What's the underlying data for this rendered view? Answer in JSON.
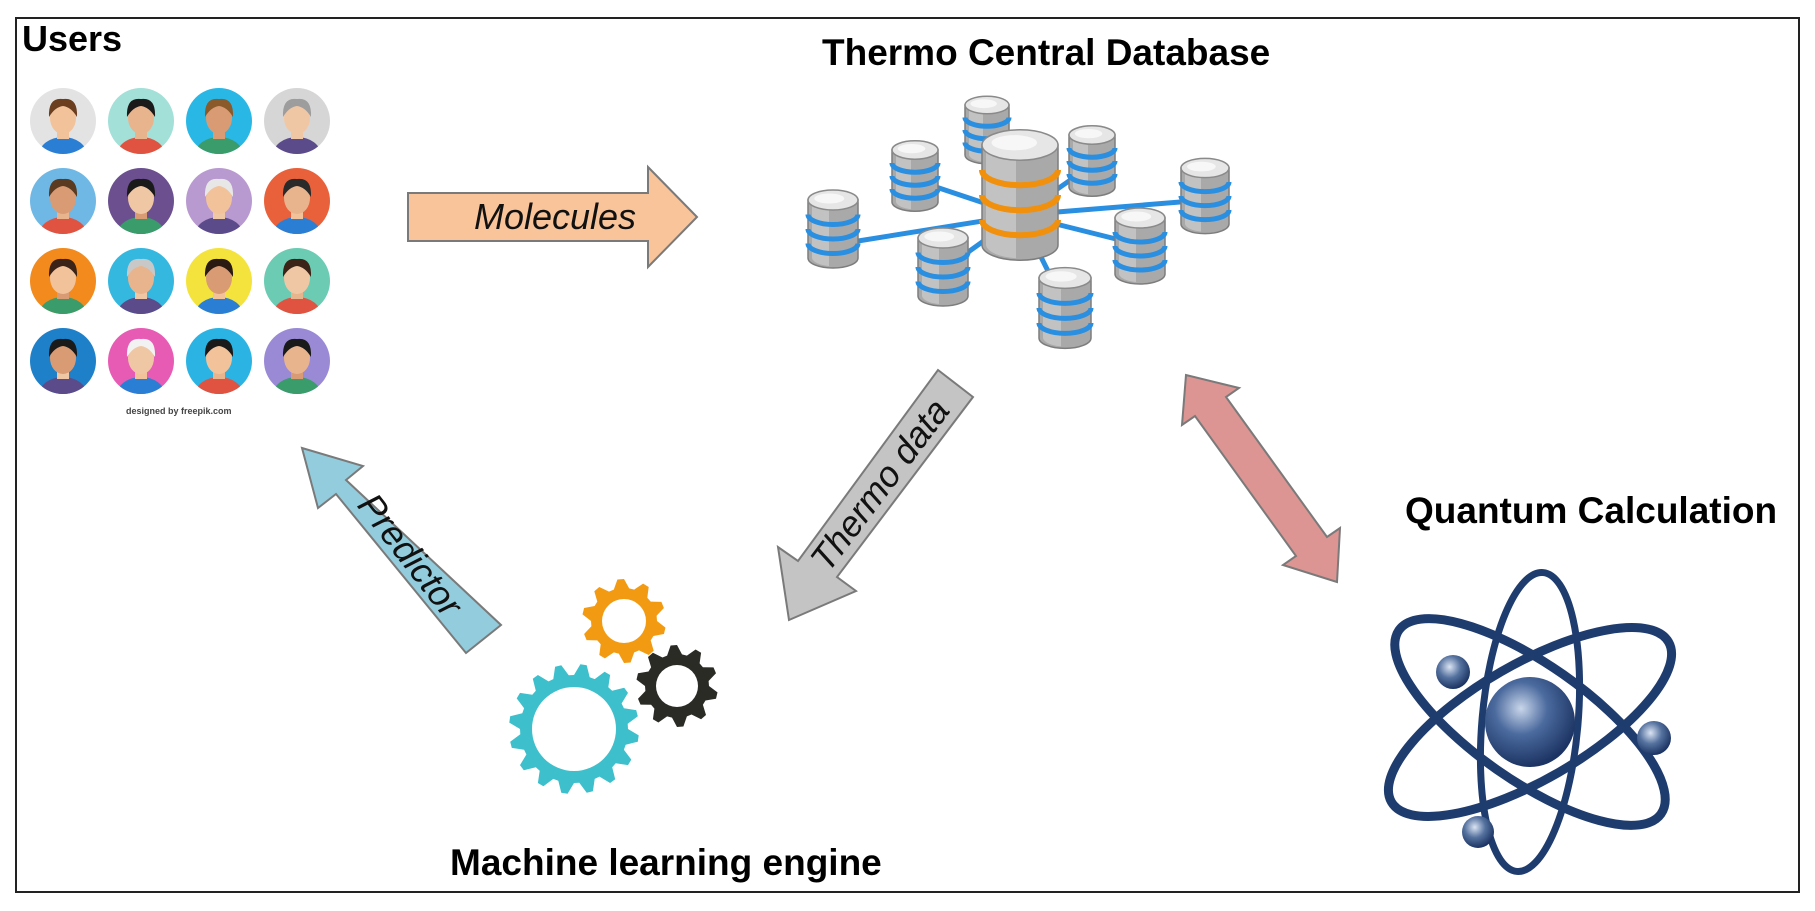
{
  "labels": {
    "users": "Users",
    "database": "Thermo Central Database",
    "quantum": "Quantum Calculation",
    "ml_engine": "Machine learning engine",
    "credit": "designed by freepik.com"
  },
  "arrows": {
    "molecules": "Molecules",
    "thermo_data": "Thermo data",
    "predictor": "Predictor"
  },
  "colors": {
    "molecules_arrow": "#f9c49a",
    "thermo_arrow": "#c4c4c4",
    "predictor_arrow": "#93cddd",
    "quantum_arrow": "#dc9593",
    "gear_orange": "#f29b12",
    "gear_dark": "#2b2b26",
    "gear_teal": "#3dbfcc",
    "atom": "#1f3c6e",
    "db_blue": "#2a8fe0"
  },
  "icons": {
    "avatars": "user-avatar-grid",
    "database": "database-network-icon",
    "gears": "gears-icon",
    "atom": "atom-icon"
  }
}
